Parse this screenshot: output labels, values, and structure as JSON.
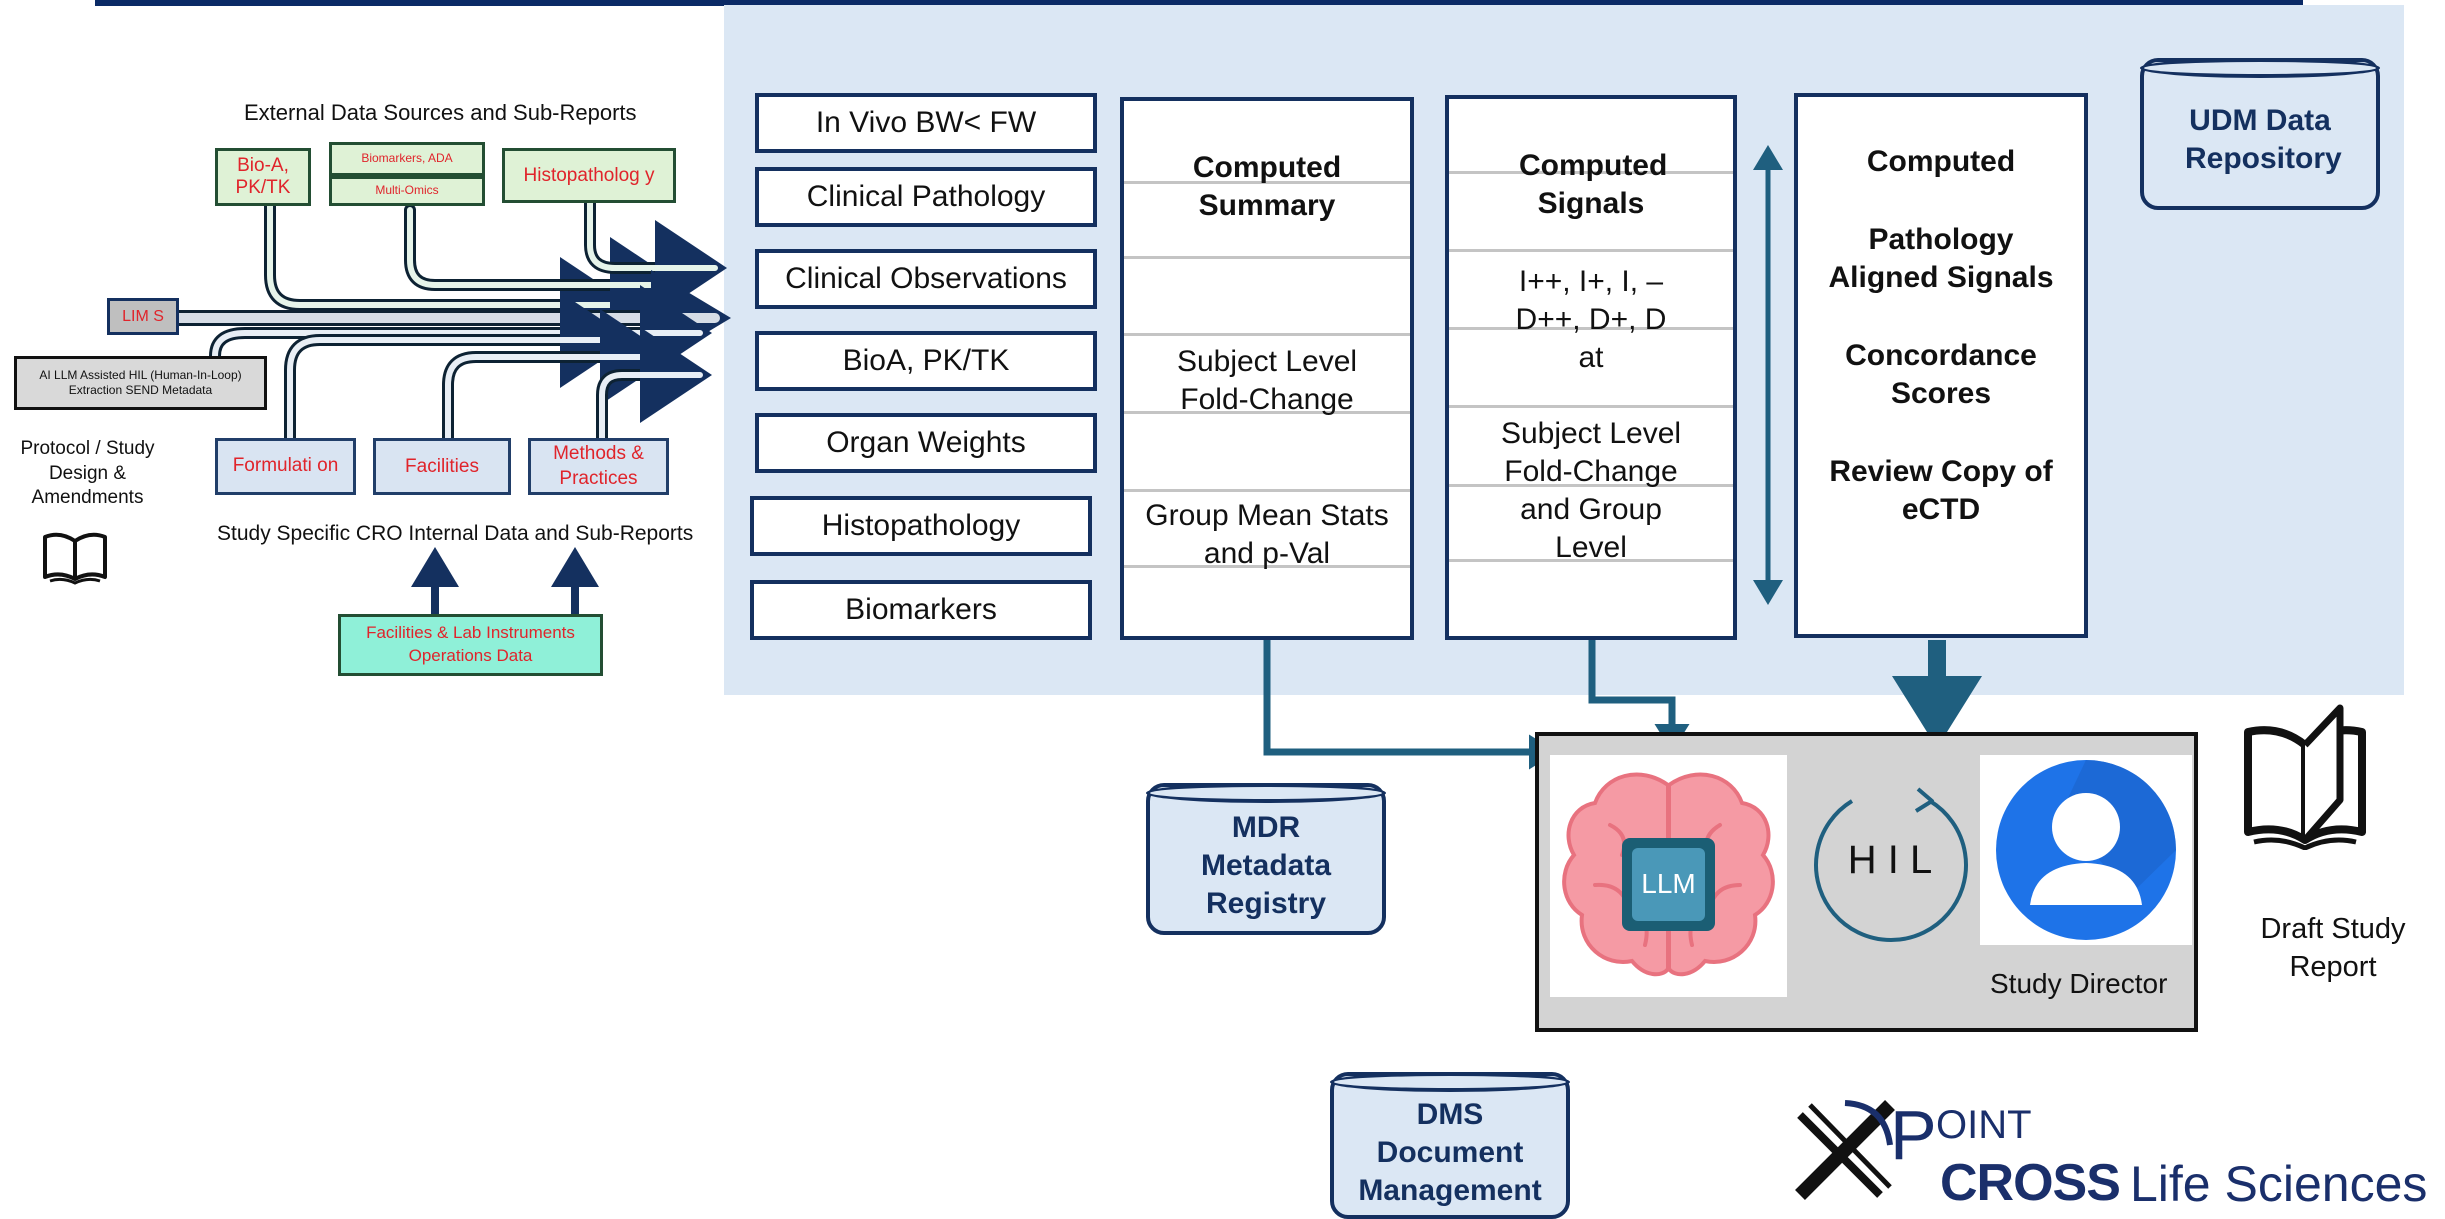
{
  "colors": {
    "navy": "#14305f",
    "panel_blue": "#dbe7f4",
    "source_green": "#dff2d6",
    "source_red_text": "#e0242b",
    "arrow_teal": "#1f5f7f",
    "hil_grey": "#d3d3d3"
  },
  "external": {
    "title": "External Data Sources and Sub-Reports",
    "bio_a": "Bio-A, PK/TK",
    "biomarkers": "Biomarkers, ADA",
    "multi_omics": "Multi-Omics",
    "histopathology": "Histopatholog y"
  },
  "lims": "LIM S",
  "ai_llm": "AI LLM Assisted HIL (Human-In-Loop) Extraction SEND Metadata",
  "protocol": "Protocol / Study Design & Amendments",
  "internal": {
    "formulation": "Formulati on",
    "facilities": "Facilities",
    "methods": "Methods & Practices",
    "title": "Study Specific CRO Internal Data and Sub-Reports",
    "operations": "Facilities & Lab Instruments Operations Data"
  },
  "categories": [
    "In Vivo BW< FW",
    "Clinical Pathology",
    "Clinical Observations",
    "BioA, PK/TK",
    "Organ Weights",
    "Histopathology",
    "Biomarkers"
  ],
  "summary": {
    "title": "Computed Summary",
    "fold_change": "Subject Level Fold-Change",
    "group_stats": "Group Mean Stats and p-Val"
  },
  "signals": {
    "title": "Computed Signals",
    "levels": "I++, I+, I, – D++, D+, D at",
    "fold_change": "Subject Level Fold-Change and Group Level"
  },
  "aligned": {
    "title": "Computed",
    "pathology": "Pathology Aligned Signals",
    "concordance": "Concordance Scores",
    "review": "Review Copy of eCTD"
  },
  "udm": "UDM Data Repository",
  "mdr": "MDR Metadata Registry",
  "dms": "DMS Document Management",
  "hil": {
    "llm_label": "LLM",
    "hil_label": "H I L",
    "director": "Study Director"
  },
  "draft_report": "Draft Study Report",
  "logo": {
    "point": "OINT",
    "cross": "CROSS",
    "life_sciences": "Life Sciences"
  }
}
